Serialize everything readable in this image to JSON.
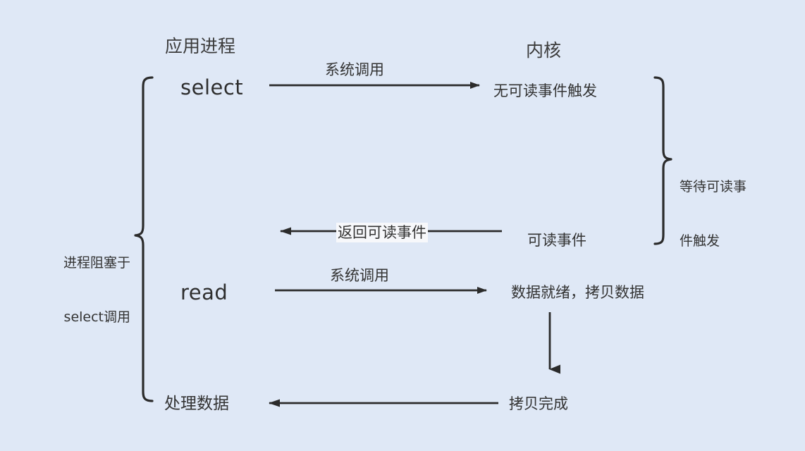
{
  "diagram": {
    "title_app": "应用进程",
    "title_kernel": "内核",
    "background_color": "#dfe8f6",
    "line_color": "#2b2b2b",
    "text_color": "#333333"
  },
  "columns": {
    "app_header": "应用进程",
    "kernel_header": "内核"
  },
  "nodes": {
    "select_call": "select",
    "read_call": "read",
    "process_data": "处理数据",
    "no_readable_event": "无可读事件触发",
    "readable_event": "可读事件",
    "data_ready_copy": "数据就绪，拷贝数据",
    "copy_done": "拷贝完成"
  },
  "edges": {
    "syscall_select": "系统调用",
    "return_readable_event": "返回可读事件",
    "syscall_read": "系统调用"
  },
  "braces": {
    "left_label_line1": "进程阻塞于",
    "left_label_line2": "select调用",
    "right_label_line1": "等待可读事",
    "right_label_line2": "件触发"
  }
}
